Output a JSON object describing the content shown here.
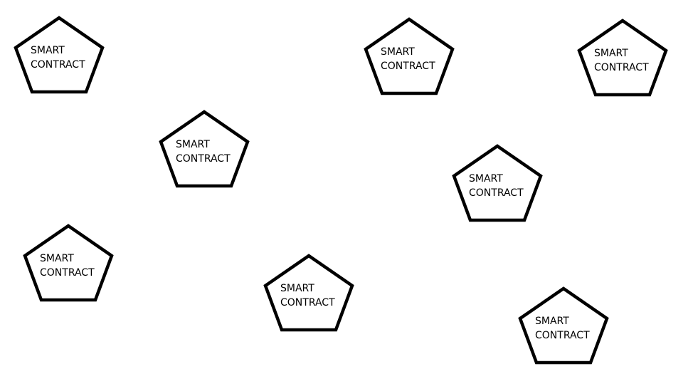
{
  "diagram": {
    "nodes": [
      {
        "id": "n1",
        "line1": "SMART",
        "line2": "CONTRACT"
      },
      {
        "id": "n2",
        "line1": "SMART",
        "line2": "CONTRACT"
      },
      {
        "id": "n3",
        "line1": "SMART",
        "line2": "CONTRACT"
      },
      {
        "id": "n4",
        "line1": "SMART",
        "line2": "CONTRACT"
      },
      {
        "id": "n5",
        "line1": "SMART",
        "line2": "CONTRACT"
      },
      {
        "id": "n6",
        "line1": "SMART",
        "line2": "CONTRACT"
      },
      {
        "id": "n7",
        "line1": "SMART",
        "line2": "CONTRACT"
      },
      {
        "id": "n8",
        "line1": "SMART",
        "line2": "CONTRACT"
      }
    ]
  }
}
